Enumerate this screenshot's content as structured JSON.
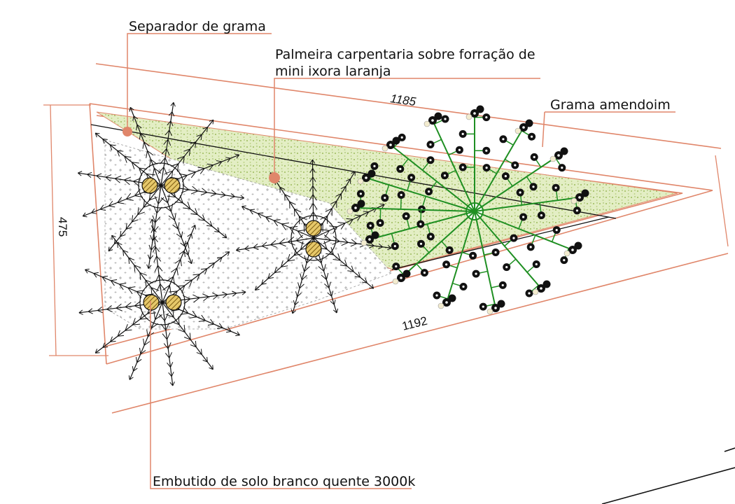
{
  "labels": {
    "grass_separator": "Separador de grama",
    "palm_line1": "Palmeira carpentaria sobre forração de",
    "palm_line2": "mini ixora laranja",
    "peanut_grass": "Grama amendoim",
    "ground_light": "Embutido de solo branco quente 3000k"
  },
  "dimensions": {
    "top_length": "1185",
    "bottom_length": "1192",
    "left_height": "475"
  },
  "colors": {
    "leader_line": "#e0866a",
    "grass_fill": "#dbe9b4",
    "grass_dots": "#9cbb5a",
    "flower_stem": "#1f8f22",
    "marker": "#e0866a",
    "palm_base": "#c8a64a"
  }
}
